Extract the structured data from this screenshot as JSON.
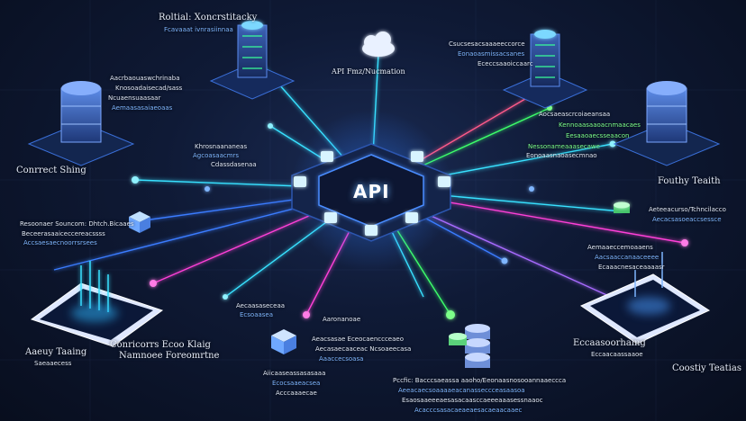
{
  "hub": {
    "label": "API"
  },
  "labels": {
    "top_left_title": "Roltial: Xoncrstitacky",
    "top_left_sub": "Fcavaaat ivnrasiinnaa",
    "top_center_title": "API Fmz/Nucmation",
    "top_right_title": "Csucsesacsaaaeeccorce",
    "top_right_sub1": "Eonaoasmissacsanes",
    "top_right_sub2": "Ececcsaaoiccaarc",
    "upper_left_title": "Aacrbaouaswchrinaba",
    "upper_left_sub1": "Knosoadaisecad/sass",
    "upper_left_sub2": "Ncuaensuaasaar",
    "upper_left_sub3": "Aemaasasaiaeoaas",
    "mid_left_note1": "Khrosnaananeas",
    "mid_left_note2": "Agcoasaacmrs",
    "mid_left_note3": "Cdassdasenaa",
    "left_server_caption": "Conrrect Shing",
    "left_mid_title": "Resoonaer Souncom: Dhtch.Bicaaes",
    "left_mid_sub1": "Beceerasaaiceccereacssss",
    "left_mid_sub2": "Accsaesaecnoorrsrsees",
    "right_upper_green1": "Aocsaeascrcoiaeansaa",
    "right_upper_green2": "Kennoaasaaoacnmaacaes",
    "right_upper_green3": "Eesaaoaecsseaacon",
    "right_mid_green1": "Nessonameaaasecawe",
    "right_mid_green2": "Eonoaasnaoasecmnao",
    "right_server_caption": "Fouthy Teaith",
    "right_mid_title": "Aeteeacurso/Tchncilacco",
    "right_mid_sub": "Aecacsasoeaccsessce",
    "right_low_sub1": "Aemaaeccemoaaens",
    "right_low_sub2": "Aacsaaccanaaceeee",
    "right_low_sub3": "Ecaaacnesaceaaaasr",
    "center_low_note1": "Aecaasaseceaa",
    "center_low_note2": "Ecsoaasea",
    "center_low_note3": "Aaronanoae",
    "center_low_mid": "Aeacsasae Eceocaenccceaeo",
    "center_low_mid2": "Aecasaecaaceac Ncsoaeecasa",
    "center_low_mid3": "Aaaccecsoasa",
    "center_bottom1": "Aiicaaseassasasaaa",
    "center_bottom2": "Ecocsaaeacsea",
    "center_bottom3": "Acccaaaecae",
    "bottom_right_title": "Pccfic: Bacccsaeassa aaoho/Eeonaasnosooannaaeccca",
    "bottom_right_sub1": "Aeeacaecsoaaaaeacanasseccceasaasoa",
    "bottom_right_sub2": "Esaosaaeeeaesasacaasccaeeeaaasessnaaoc",
    "bottom_right_sub3": "Acacccsasacaeaeaesacaeaacaaec",
    "bottom_left_caption1": "Aaeuy Taaing",
    "bottom_left_caption1_sub": "Saeaaecess",
    "bottom_center_caption": "Conricorrs Ecoo Klaig",
    "bottom_center_caption2": "Namnoee Foreomrtne",
    "bottom_right_caption1": "Eccaasoorhaing",
    "bottom_right_caption1_sub": "Eccaacaassaaoe",
    "bottom_right_caption2": "Coostiy Teatias"
  },
  "colors": {
    "background": "#0b1224",
    "cyan": "#38e1ff",
    "blue": "#3a7bff",
    "magenta": "#ff3fd8",
    "pink": "#ff5a8a",
    "green": "#3cff6a",
    "violet": "#a86bff"
  },
  "icons": [
    "server-stack-icon",
    "cloud-icon",
    "database-icon",
    "tablet-icon",
    "cube-icon",
    "hexagon-hub-icon"
  ]
}
